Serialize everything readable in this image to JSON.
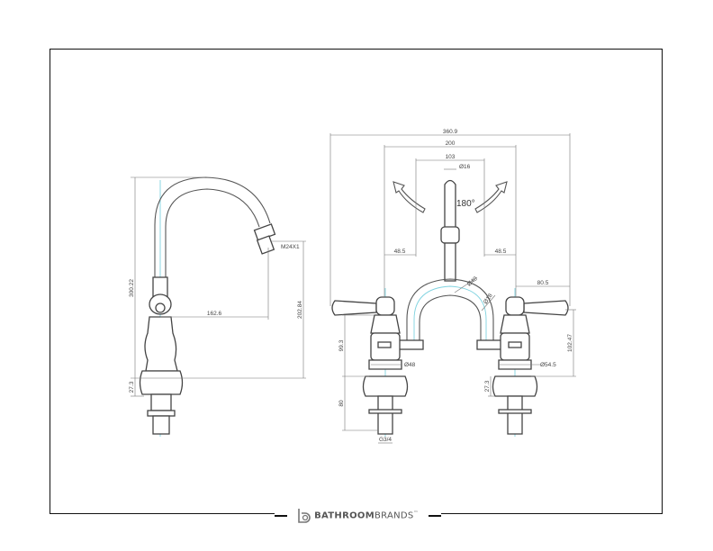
{
  "side_view": {
    "dims": {
      "height_total": "300.22",
      "reach": "162.6",
      "spout_height": "202.84",
      "base": "27.3",
      "thread": "M24X1"
    }
  },
  "front_view": {
    "dims": {
      "overall_width": "360.9",
      "centres": "200",
      "inner": "103",
      "spout_dia": "Ø16",
      "rotation": "180°",
      "left_offset": "48.5",
      "right_offset": "48.5",
      "handle_reach": "80.5",
      "bridge_dia": "Ø40",
      "pipe_dia": "Ø18",
      "valve_height": "99.3",
      "body_dia": "Ø48",
      "handle_height": "102.47",
      "base_dia": "Ø54.5",
      "base_height": "27.3",
      "shank_length": "80",
      "connection": "G3/4"
    }
  },
  "brand": {
    "name_bold": "BATHROOM",
    "name_light": "BRANDS",
    "mark": "™",
    "logo_icon": "b-logo-icon"
  },
  "colors": {
    "frame": "#111111",
    "lines": "#555555",
    "centerline": "#7fd3e0"
  }
}
